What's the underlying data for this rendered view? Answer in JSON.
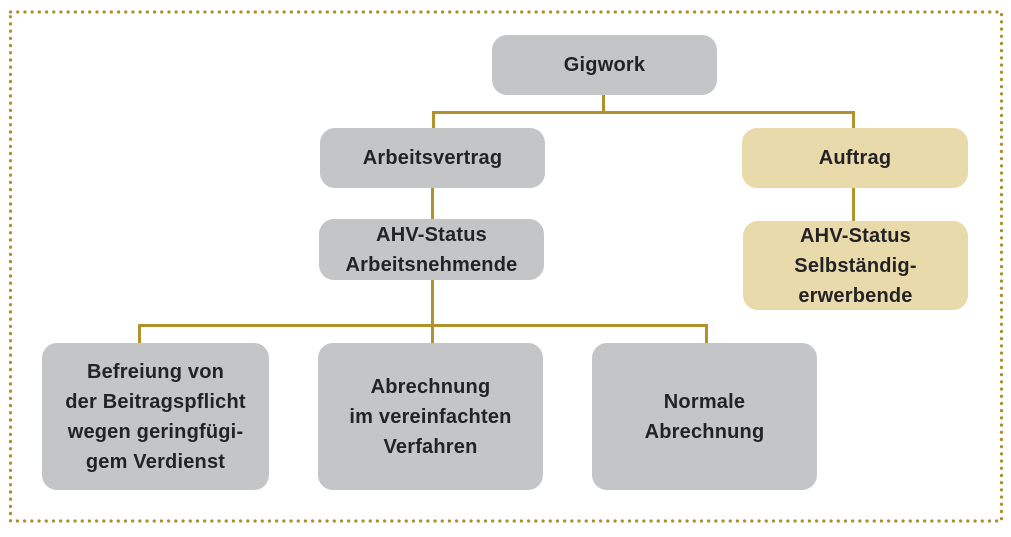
{
  "diagram": {
    "type": "flowchart",
    "topic": "Gigwork",
    "colors": {
      "background": "#ffffff",
      "box-gray": "#c4c5c7",
      "box-tan": "#e8daaa",
      "connector": "#b2922d",
      "border": "#ae8f2c",
      "text": "#232326"
    },
    "nodes": {
      "gigwork": {
        "label": "Gigwork",
        "variant": "gray"
      },
      "arbeitsvertrag": {
        "label": "Arbeitsvertrag",
        "variant": "gray"
      },
      "auftrag": {
        "label": "Auftrag",
        "variant": "tan"
      },
      "ahv_status_arbeitsnehmende": {
        "label": "AHV-Status\nArbeitsnehmende",
        "variant": "gray"
      },
      "ahv_status_selbstaendigerwerbende": {
        "label": "AHV-Status\nSelbständig-\nerwerbende",
        "variant": "tan"
      },
      "befreiung_beitragspflicht": {
        "label": "Befreiung von\nder Beitragspflicht\nwegen geringfügi-\ngem Verdienst",
        "variant": "gray"
      },
      "vereinfachtes_verfahren": {
        "label": "Abrechnung\nim vereinfachten\nVerfahren",
        "variant": "gray"
      },
      "normale_abrechnung": {
        "label": "Normale\nAbrechnung",
        "variant": "gray"
      }
    },
    "edges": [
      {
        "from": "gigwork",
        "to": "arbeitsvertrag"
      },
      {
        "from": "gigwork",
        "to": "auftrag"
      },
      {
        "from": "arbeitsvertrag",
        "to": "ahv_status_arbeitsnehmende"
      },
      {
        "from": "auftrag",
        "to": "ahv_status_selbstaendigerwerbende"
      },
      {
        "from": "ahv_status_arbeitsnehmende",
        "to": "befreiung_beitragspflicht"
      },
      {
        "from": "ahv_status_arbeitsnehmende",
        "to": "vereinfachtes_verfahren"
      },
      {
        "from": "ahv_status_arbeitsnehmende",
        "to": "normale_abrechnung"
      }
    ]
  }
}
